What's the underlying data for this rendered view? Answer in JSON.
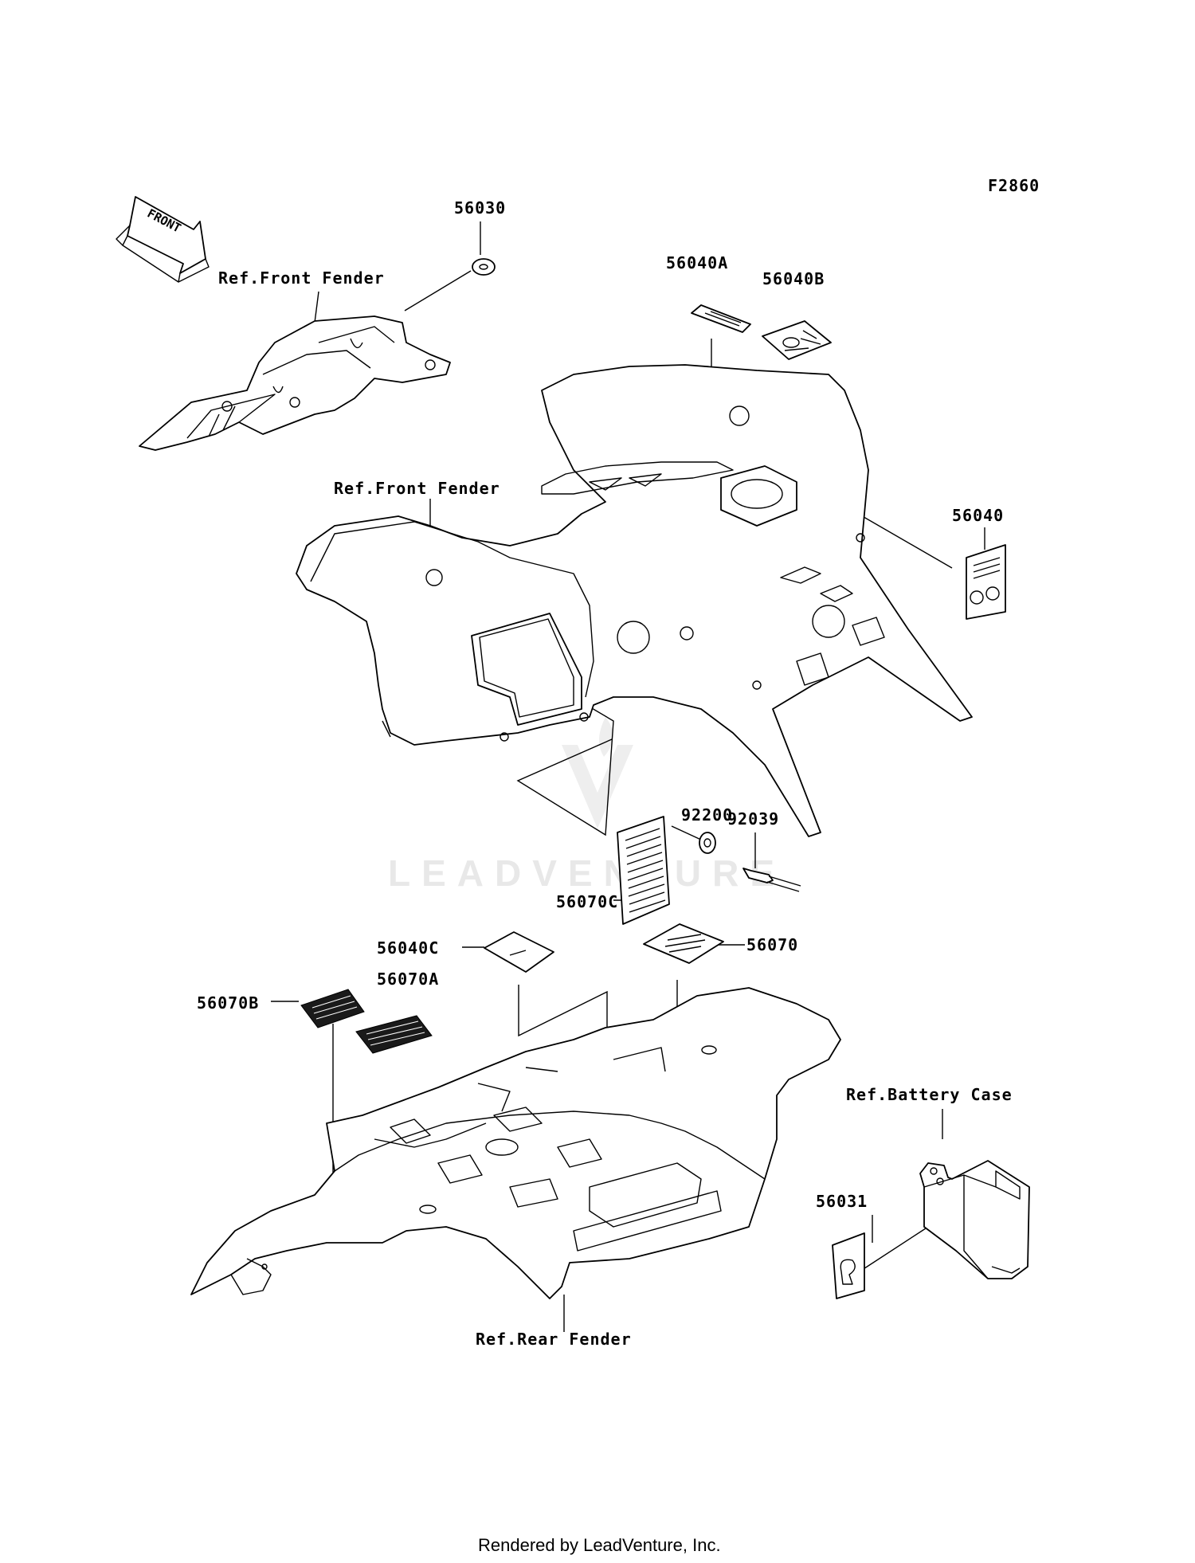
{
  "figure_code": "F2860",
  "front_arrow": "FRONT",
  "watermark": "LEADVENTURE",
  "footer": "Rendered by LeadVenture, Inc.",
  "callouts": [
    {
      "id": "c-56030",
      "text": "56030"
    },
    {
      "id": "c-56040a",
      "text": "56040A"
    },
    {
      "id": "c-56040b",
      "text": "56040B"
    },
    {
      "id": "c-56040",
      "text": "56040"
    },
    {
      "id": "c-92200",
      "text": "92200"
    },
    {
      "id": "c-92039",
      "text": "92039"
    },
    {
      "id": "c-56070c",
      "text": "56070C"
    },
    {
      "id": "c-56040c",
      "text": "56040C"
    },
    {
      "id": "c-56070",
      "text": "56070"
    },
    {
      "id": "c-56070a",
      "text": "56070A"
    },
    {
      "id": "c-56070b",
      "text": "56070B"
    },
    {
      "id": "c-56031",
      "text": "56031"
    }
  ],
  "references": [
    {
      "id": "r-front-fender-1",
      "text": "Ref.Front Fender"
    },
    {
      "id": "r-front-fender-2",
      "text": "Ref.Front Fender"
    },
    {
      "id": "r-battery-case",
      "text": "Ref.Battery Case"
    },
    {
      "id": "r-rear-fender",
      "text": "Ref.Rear Fender"
    }
  ]
}
